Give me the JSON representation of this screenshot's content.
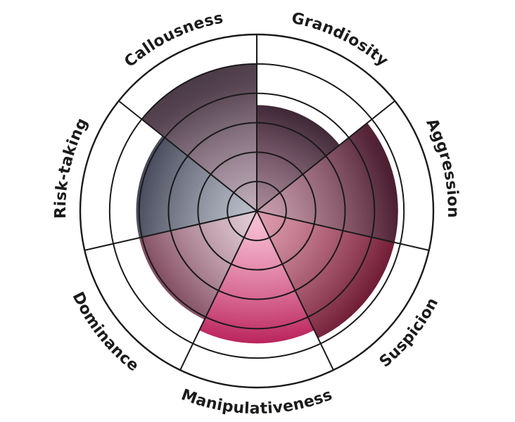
{
  "chart_data": {
    "type": "polar-area",
    "title": "",
    "categories": [
      "Grandiosity",
      "Aggression",
      "Suspicion",
      "Manipulativeness",
      "Dominance",
      "Risk-taking",
      "Callousness"
    ],
    "values": [
      3.6,
      4.8,
      4.8,
      4.5,
      4.1,
      4.1,
      5.0
    ],
    "rlim": [
      0,
      6
    ],
    "rings": [
      1,
      2,
      3,
      4,
      5,
      6
    ],
    "grid": true,
    "legend": "none",
    "colors": {
      "Grandiosity": [
        "#6e3a55",
        "#2f1726"
      ],
      "Aggression": [
        "#a05a73",
        "#4a1e30"
      ],
      "Suspicion": [
        "#c2506f",
        "#6b1730"
      ],
      "Manipulativeness": [
        "#f08ab0",
        "#b5134f"
      ],
      "Dominance": [
        "#c8a3b3",
        "#74384f"
      ],
      "Risk-taking": [
        "#8a90a3",
        "#3c3f50"
      ],
      "Callousness": [
        "#94768a",
        "#4a3a46"
      ],
      "gridline": "#1a1a1a",
      "label": "#1b1b1b"
    }
  }
}
